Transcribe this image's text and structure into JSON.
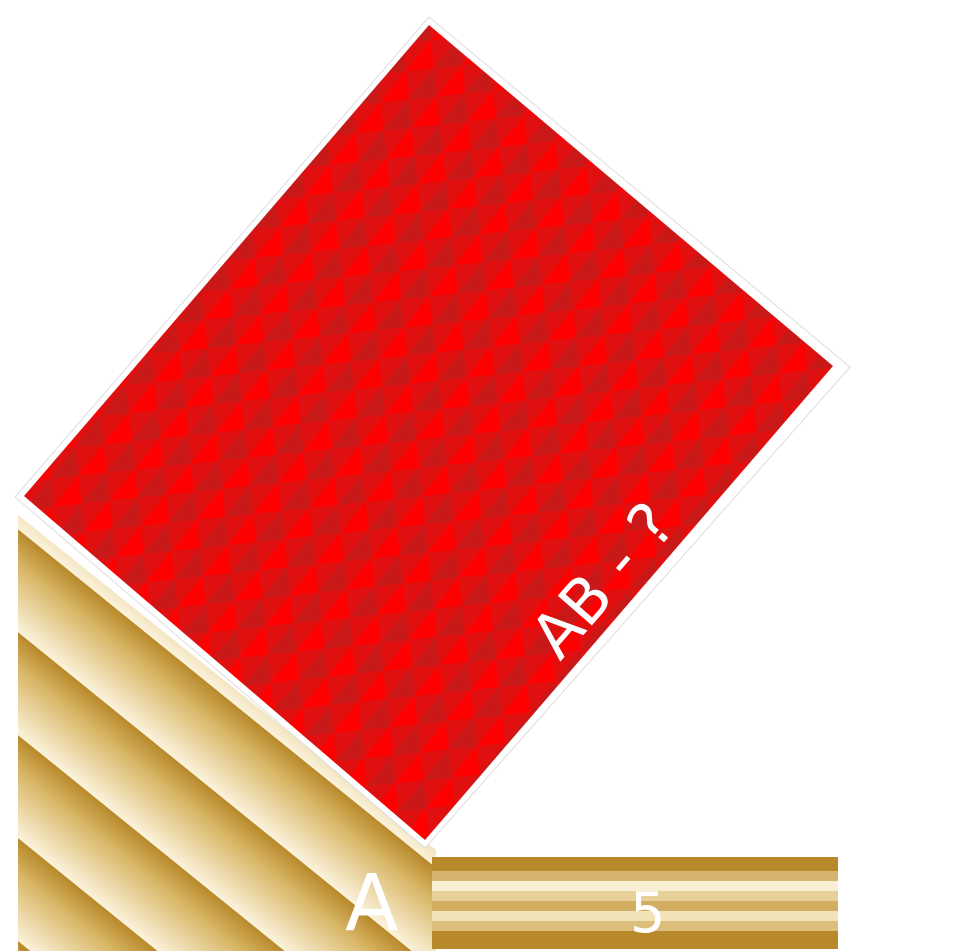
{
  "diagram": {
    "square_label": "AB - ?",
    "vertex_label": "A",
    "side_label": "5"
  },
  "colors": {
    "square_red_light": "#ff0000",
    "square_red_mid": "#e01010",
    "square_red_dark": "#c81818",
    "gold_dark": "#b8892a",
    "gold_light": "#fbf3dc",
    "outline": "#ffffff"
  }
}
